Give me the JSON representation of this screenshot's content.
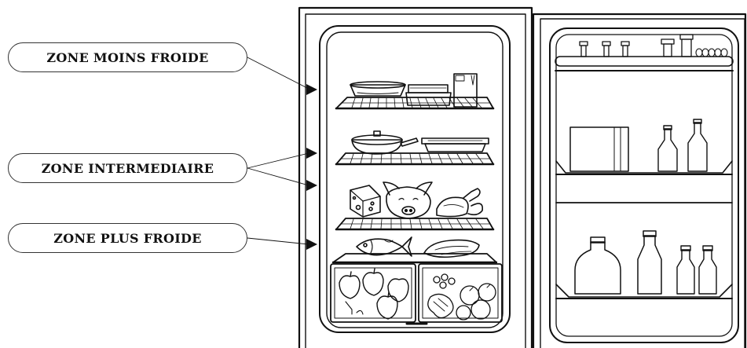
{
  "zones": [
    {
      "label": "ZONE MOINS FROIDE"
    },
    {
      "label": "ZONE INTERMEDIAIRE"
    },
    {
      "label": "ZONE PLUS FROIDE"
    }
  ],
  "colors": {
    "ink": "#111111",
    "paper": "#ffffff"
  }
}
